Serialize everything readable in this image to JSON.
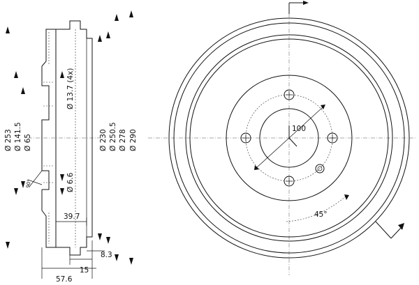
{
  "dimensions": {
    "d253": "Ø 253",
    "d141": "Ø 141.5",
    "d65": "Ø 65",
    "bolt_hole": "Ø 13.7 (4x)",
    "d66": "Ø 6.6",
    "d230": "Ø 230",
    "d250": "Ø 250.5",
    "d278": "Ø 278",
    "d290": "Ø 290",
    "w39": "39.7",
    "w83": "8.3",
    "w15": "15",
    "w576": "57.6",
    "angle90": "90°",
    "pcd": "100",
    "angle45": "45°"
  }
}
